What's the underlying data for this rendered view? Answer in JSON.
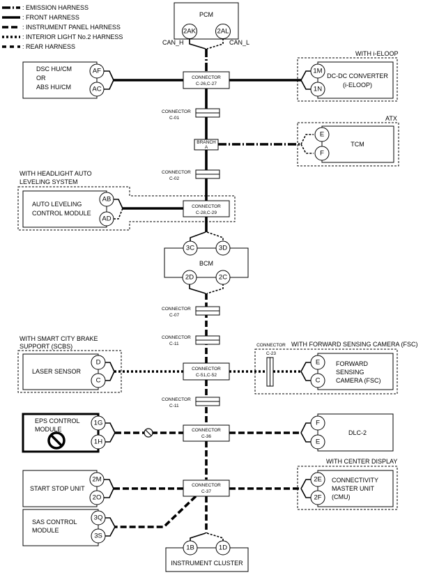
{
  "legend": [
    {
      "style": "emission",
      "label": ": EMISSION HARNESS"
    },
    {
      "style": "front",
      "label": ": FRONT HARNESS"
    },
    {
      "style": "instrument",
      "label": ": INSTRUMENT PANEL HARNESS"
    },
    {
      "style": "interior",
      "label": ": INTERIOR LIGHT No.2 HARNESS"
    },
    {
      "style": "rear",
      "label": ": REAR HARNESS"
    }
  ],
  "modules": {
    "pcm": {
      "title": "PCM",
      "pins": [
        "2AK",
        "2AL"
      ],
      "can_h": "CAN_H",
      "can_l": "CAN_L"
    },
    "dsc": {
      "line1": "DSC HU/CM",
      "line2": "OR",
      "line3": "ABS HU/CM",
      "pins": [
        "AF",
        "AC"
      ]
    },
    "dcdc": {
      "group": "WITH i-ELOOP",
      "line1": "DC-DC CONVERTER",
      "line2": "(i-ELOOP)",
      "pins": [
        "1M",
        "1N"
      ]
    },
    "tcm": {
      "group": "ATX",
      "title": "TCM",
      "pins": [
        "E",
        "F"
      ]
    },
    "auto_leveling": {
      "group1": "WITH HEADLIGHT AUTO",
      "group2": "LEVELING SYSTEM",
      "line1": "AUTO LEVELING",
      "line2": "CONTROL MODULE",
      "pins": [
        "AB",
        "AD"
      ]
    },
    "bcm": {
      "title": "BCM",
      "pins": [
        "3C",
        "3D",
        "2D",
        "2C"
      ]
    },
    "laser": {
      "group1": "WITH SMART CITY BRAKE",
      "group2": "SUPPORT (SCBS)",
      "title": "LASER SENSOR",
      "pins": [
        "D",
        "C"
      ]
    },
    "fsc": {
      "group": "WITH FORWARD SENSING CAMERA (FSC)",
      "line1": "FORWARD",
      "line2": "SENSING",
      "line3": "CAMERA (FSC)",
      "pins": [
        "E",
        "C"
      ]
    },
    "eps": {
      "line1": "EPS CONTROL",
      "line2": "MODULE",
      "pins": [
        "1G",
        "1H"
      ]
    },
    "dlc": {
      "title": "DLC-2",
      "pins": [
        "F",
        "E"
      ]
    },
    "start_stop": {
      "title": "START STOP UNIT",
      "pins": [
        "2M",
        "2O"
      ]
    },
    "cmu": {
      "group": "WITH CENTER DISPLAY",
      "line1": "CONNECTIVITY",
      "line2": "MASTER UNIT",
      "line3": "(CMU)",
      "pins": [
        "2E",
        "2F"
      ]
    },
    "sas": {
      "line1": "SAS CONTROL",
      "line2": "MODULE",
      "pins": [
        "3Q",
        "3S"
      ]
    },
    "cluster": {
      "title": "INSTRUMENT CLUSTER",
      "pins": [
        "1B",
        "1D"
      ]
    }
  },
  "connectors": {
    "j1": {
      "l1": "CONNECTOR",
      "l2": "C-26,C-27"
    },
    "c01": {
      "l1": "CONNECTOR",
      "l2": "C-01"
    },
    "branch": {
      "l1": "BRANCH",
      "l2": "A"
    },
    "c02": {
      "l1": "CONNECTOR",
      "l2": "C-02"
    },
    "j2": {
      "l1": "CONNECTOR",
      "l2": "C-28,C-29"
    },
    "c07": {
      "l1": "CONNECTOR",
      "l2": "C-07"
    },
    "c11a": {
      "l1": "CONNECTOR",
      "l2": "C-11"
    },
    "j3": {
      "l1": "CONNECTOR",
      "l2": "C-51,C-52"
    },
    "c23": {
      "l1": "CONNECTOR",
      "l2": "C-23"
    },
    "c11b": {
      "l1": "CONNECTOR",
      "l2": "C-11"
    },
    "j4": {
      "l1": "CONNECTOR",
      "l2": "C-36"
    },
    "j5": {
      "l1": "CONNECTOR",
      "l2": "C-37"
    }
  }
}
